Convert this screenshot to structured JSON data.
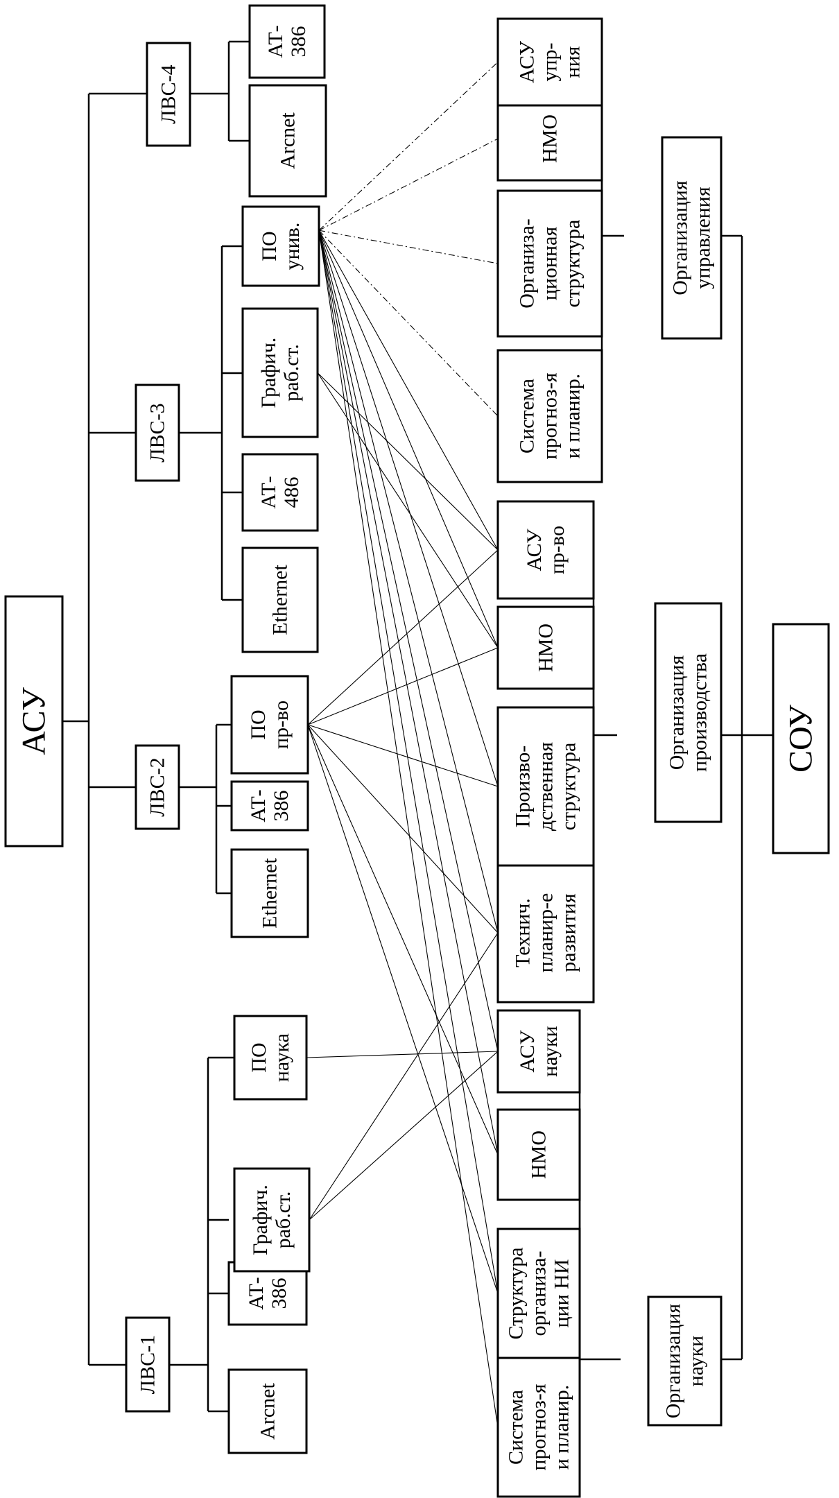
{
  "root": "АСУ",
  "target": "СОУ",
  "lans": [
    {
      "id": "lvs1",
      "name": "ЛВС-1",
      "nodes": [
        {
          "id": "arcnet1",
          "lines": [
            "Arcnet"
          ]
        },
        {
          "id": "at386a",
          "lines": [
            "АТ-",
            "386"
          ]
        },
        {
          "id": "graf1",
          "lines": [
            "Графич.",
            "раб.ст."
          ]
        },
        {
          "id": "po_nauka",
          "lines": [
            "ПО",
            "наука"
          ]
        }
      ]
    },
    {
      "id": "lvs2",
      "name": "ЛВС-2",
      "nodes": [
        {
          "id": "eth2",
          "lines": [
            "Ethernet"
          ]
        },
        {
          "id": "at386b",
          "lines": [
            "АТ-",
            "386"
          ]
        },
        {
          "id": "po_prvo",
          "lines": [
            "ПО",
            "пр-во"
          ]
        }
      ]
    },
    {
      "id": "lvs3",
      "name": "ЛВС-3",
      "nodes": [
        {
          "id": "eth3",
          "lines": [
            "Ethernet"
          ]
        },
        {
          "id": "at486",
          "lines": [
            "АТ-",
            "486"
          ]
        },
        {
          "id": "graf3",
          "lines": [
            "Графич.",
            "раб.ст."
          ]
        },
        {
          "id": "po_univ",
          "lines": [
            "ПО",
            "унив."
          ]
        }
      ]
    },
    {
      "id": "lvs4",
      "name": "ЛВС-4",
      "nodes": [
        {
          "id": "arcnet4",
          "lines": [
            "Arcnet"
          ]
        },
        {
          "id": "at386c",
          "lines": [
            "АТ-",
            "386"
          ]
        }
      ]
    }
  ],
  "orgs": [
    {
      "id": "org_nauka",
      "lines": [
        "Организация",
        "науки"
      ],
      "items": [
        {
          "id": "sp1",
          "lines": [
            "Система",
            "прогноз-я",
            "и планир."
          ]
        },
        {
          "id": "struct_ni",
          "lines": [
            "Структура",
            "организа-",
            "ции НИ"
          ]
        },
        {
          "id": "nmo1",
          "lines": [
            "НМО"
          ]
        },
        {
          "id": "asu_nauki",
          "lines": [
            "АСУ",
            "науки"
          ]
        }
      ]
    },
    {
      "id": "org_prvo",
      "lines": [
        "Организация",
        "производства"
      ],
      "items": [
        {
          "id": "tech",
          "lines": [
            "Технич.",
            "планир-е",
            "развития"
          ]
        },
        {
          "id": "proizv",
          "lines": [
            "Произво-",
            "дственная",
            "структура"
          ]
        },
        {
          "id": "nmo2",
          "lines": [
            "НМО"
          ]
        },
        {
          "id": "asu_prvo",
          "lines": [
            "АСУ",
            "пр-во"
          ]
        }
      ]
    },
    {
      "id": "org_upr",
      "lines": [
        "Организация",
        "управления"
      ],
      "items": [
        {
          "id": "sp3",
          "lines": [
            "Система",
            "прогноз-я",
            "и планир."
          ]
        },
        {
          "id": "orgstr",
          "lines": [
            "Организа-",
            "ционная",
            "структура"
          ]
        },
        {
          "id": "nmo3",
          "lines": [
            "НМО"
          ]
        },
        {
          "id": "asu_upr",
          "lines": [
            "АСУ",
            "упр-",
            "ния"
          ]
        }
      ]
    }
  ],
  "links": [
    {
      "from": "po_nauka",
      "to": "asu_nauki",
      "style": "solid"
    },
    {
      "from": "graf1",
      "to": "asu_nauki",
      "style": "solid"
    },
    {
      "from": "graf1",
      "to": "tech",
      "style": "solid"
    },
    {
      "from": "po_prvo",
      "to": "asu_prvo",
      "style": "solid"
    },
    {
      "from": "po_prvo",
      "to": "nmo2",
      "style": "solid"
    },
    {
      "from": "po_prvo",
      "to": "proizv",
      "style": "solid"
    },
    {
      "from": "po_prvo",
      "to": "tech",
      "style": "solid"
    },
    {
      "from": "po_prvo",
      "to": "nmo1",
      "style": "solid"
    },
    {
      "from": "po_prvo",
      "to": "struct_ni",
      "style": "solid"
    },
    {
      "from": "graf3",
      "to": "asu_prvo",
      "style": "solid"
    },
    {
      "from": "graf3",
      "to": "nmo2",
      "style": "solid"
    },
    {
      "from": "po_univ",
      "to": "asu_upr",
      "style": "dashed"
    },
    {
      "from": "po_univ",
      "to": "nmo3",
      "style": "dashed"
    },
    {
      "from": "po_univ",
      "to": "orgstr",
      "style": "dashed"
    },
    {
      "from": "po_univ",
      "to": "sp3",
      "style": "dashed"
    },
    {
      "from": "po_univ",
      "to": "asu_prvo",
      "style": "solid"
    },
    {
      "from": "po_univ",
      "to": "nmo2",
      "style": "solid"
    },
    {
      "from": "po_univ",
      "to": "proizv",
      "style": "solid"
    },
    {
      "from": "po_univ",
      "to": "tech",
      "style": "solid"
    },
    {
      "from": "po_univ",
      "to": "asu_nauki",
      "style": "solid"
    },
    {
      "from": "po_univ",
      "to": "nmo1",
      "style": "solid"
    },
    {
      "from": "po_univ",
      "to": "struct_ni",
      "style": "solid"
    },
    {
      "from": "po_univ",
      "to": "sp1",
      "style": "solid"
    }
  ]
}
